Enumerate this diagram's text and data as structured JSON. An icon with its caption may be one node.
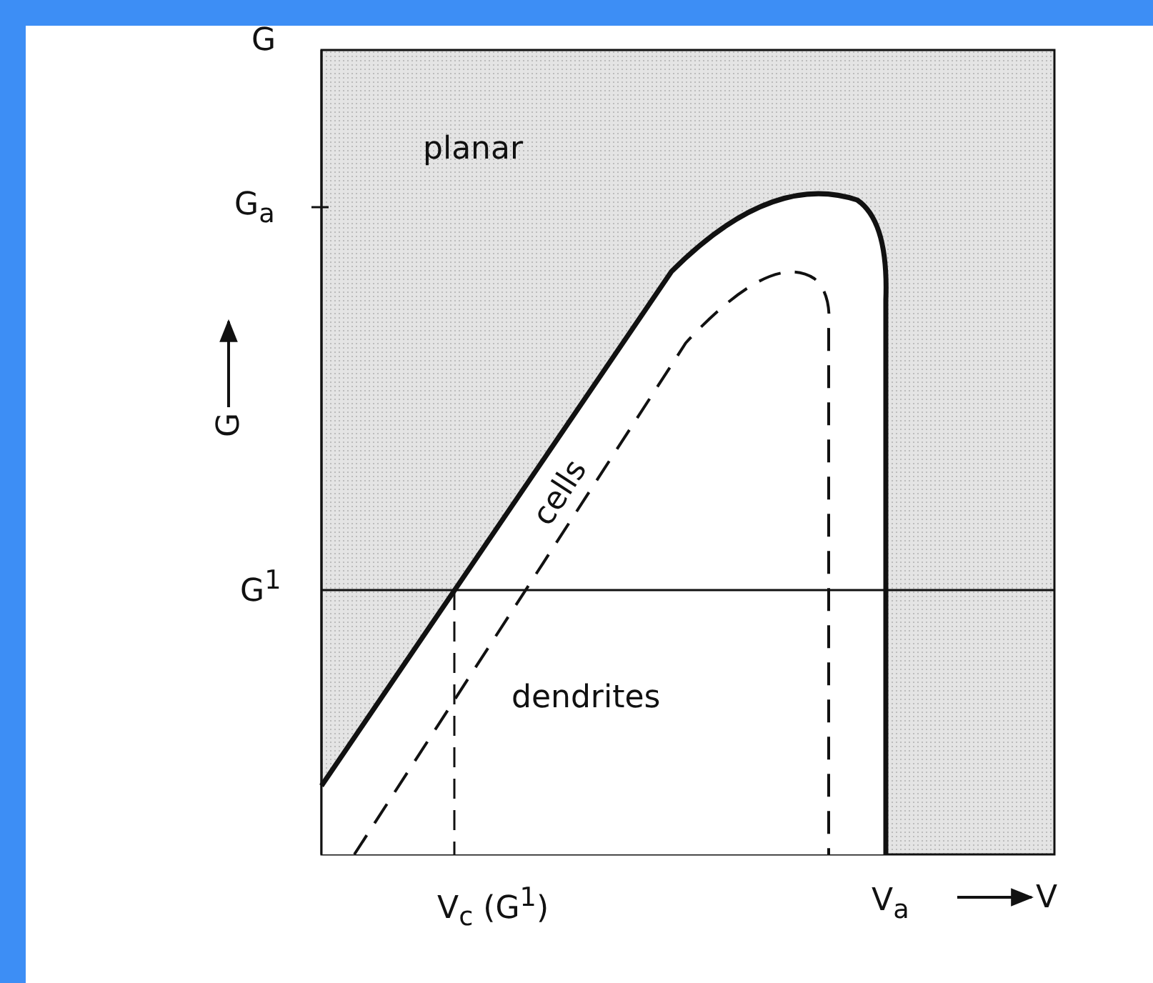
{
  "diagram": {
    "labels": [
      "G",
      "planar",
      "G$_{a}$",
      "G",
      "cells",
      "G$^{1}$",
      "dendrites",
      "V$_{c}$ (G$^{1}$)",
      "V$_{a}$",
      "V"
    ]
  }
}
